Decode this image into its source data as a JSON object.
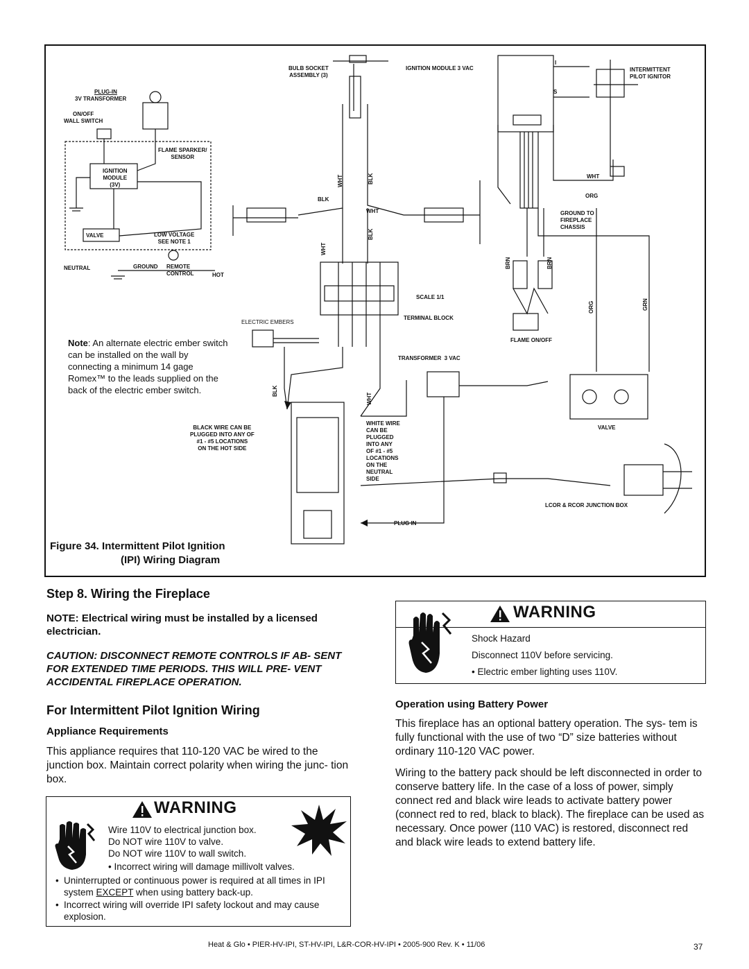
{
  "diagram": {
    "labels": {
      "bulb_socket": "BULB SOCKET\nASSEMBLY (3)",
      "ignition_module_3vac": "IGNITION MODULE 3 VAC",
      "intermittent_pilot": "INTERMITTENT\nPILOT IGNITOR",
      "plug_in_transformer_1": "PLUG-IN",
      "plug_in_transformer_2": "3V TRANSFORMER",
      "on_off_switch": "ON/OFF\nWALL SWITCH",
      "flame_sparker": "FLAME SPARKER/\nSENSOR",
      "ignition_module_3v": "IGNITION\nMODULE\n(3V)",
      "valve_small": "VALVE",
      "low_voltage": "LOW VOLTAGE\nSEE NOTE 1",
      "neutral": "NEUTRAL",
      "ground": "GROUND",
      "remote_control": "REMOTE\nCONTROL",
      "hot": "HOT",
      "wht_1": "WHT",
      "blk_1": "BLK",
      "blk_2": "BLK",
      "wht_2": "WHT",
      "wht_3": "WHT",
      "blk_3": "BLK",
      "scale": "SCALE 1/1",
      "terminal_block": "TERMINAL BLOCK",
      "electric_embers": "ELECTRIC EMBERS",
      "transformer_3vac": "TRANSFORMER  3 VAC",
      "blk_4": "BLK",
      "wht_4": "WHT",
      "black_wire": "BLACK WIRE CAN BE\nPLUGGED INTO ANY OF\n#1 - #5 LOCATIONS\nON THE HOT SIDE",
      "white_wire": "WHITE WIRE\nCAN BE\nPLUGGED\nINTO ANY\nOF #1 - #5\nLOCATIONS\nON THE\nNEUTRAL\nSIDE",
      "plug_in": "PLUG IN",
      "s_label": "S",
      "i_label": "I",
      "wht_5": "WHT",
      "org_1": "ORG",
      "ground_fireplace": "GROUND TO\nFIREPLACE\nCHASSIS",
      "brn_1": "BRN",
      "brn_2": "BRN",
      "org_2": "ORG",
      "grn": "GRN",
      "flame_on_off": "FLAME ON/OFF",
      "valve_main": "VALVE",
      "junction_box": "LCOR & RCOR JUNCTION BOX"
    },
    "note_label": "Note",
    "note_text": ": An alternate electric ember switch can be installed on the wall by connecting a minimum 14 gage Romex™ to the leads supplied on the back of the electric ember switch.",
    "caption_line1": "Figure 34.  Intermittent Pilot Ignition",
    "caption_line2": "(IPI) Wiring Diagram"
  },
  "step_title": "Step 8.  Wiring the Fireplace",
  "note_paragraph": "NOTE: Electrical wiring must be installed by a licensed electrician.",
  "caution_paragraph": "CAUTION: DISCONNECT REMOTE CONTROLS IF AB- SENT FOR EXTENDED TIME PERIODS. THIS WILL PRE- VENT ACCIDENTAL FIREPLACE OPERATION.",
  "section_title": "For Intermittent Pilot Ignition Wiring",
  "appliance_heading": "Appliance Requirements",
  "appliance_text": "This appliance requires that 110-120 VAC be wired to the junction box. Maintain correct polarity when wiring the junc- tion box.",
  "warning_left": {
    "title": "WARNING",
    "line1": "Wire 110V to electrical junction box.",
    "line2": "Do NOT wire 110V to valve.",
    "line3": "Do NOT wire 110V to wall switch.",
    "line4": "• Incorrect wiring will damage millivolt valves.",
    "bullet1_a": "Uninterrupted or continuous power is required at all times in IPI system ",
    "bullet1_except": "EXCEPT",
    "bullet1_b": " when using battery back-up.",
    "bullet2": "Incorrect wiring will override IPI safety lockout and may cause explosion."
  },
  "warning_right": {
    "title": "WARNING",
    "line1": "Shock Hazard",
    "line2": "Disconnect 110V before servicing.",
    "line3": "• Electric ember lighting uses 110V."
  },
  "battery_heading": "Operation using Battery Power",
  "battery_p1": "This fireplace has an optional battery operation. The sys- tem is fully functional with the use of two “D” size batteries without ordinary 110-120 VAC power.",
  "battery_p2": "Wiring to the battery pack should be left disconnected in order to conserve battery life. In the case of a loss of power, simply connect red and black wire leads to activate battery power (connect red to red, black to black). The fireplace can be used as necessary. Once power (110 VAC) is restored, disconnect red and black wire leads to extend battery life.",
  "footer": "Heat & Glo  •  PIER-HV-IPI, ST-HV-IPI, L&R-COR-HV-IPI  •  2005-900  Rev. K  •  11/06",
  "page_number": "37"
}
